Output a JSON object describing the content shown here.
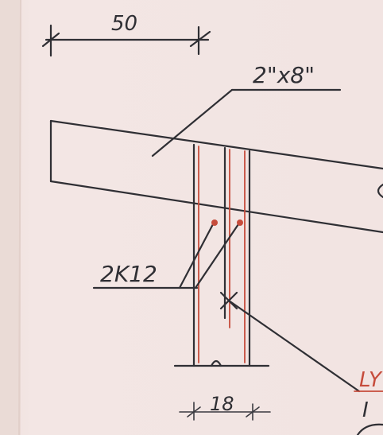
{
  "labels": {
    "top_dimension": "50",
    "beam_size": "2\"x8\"",
    "reinforcement": "2K12",
    "bottom_dimension": "18",
    "edge_red": "LY",
    "edge_black": "I"
  },
  "colors": {
    "paper": "#f1e3e1",
    "ink": "#2f2f34",
    "red_pencil": "#c64c3c"
  }
}
